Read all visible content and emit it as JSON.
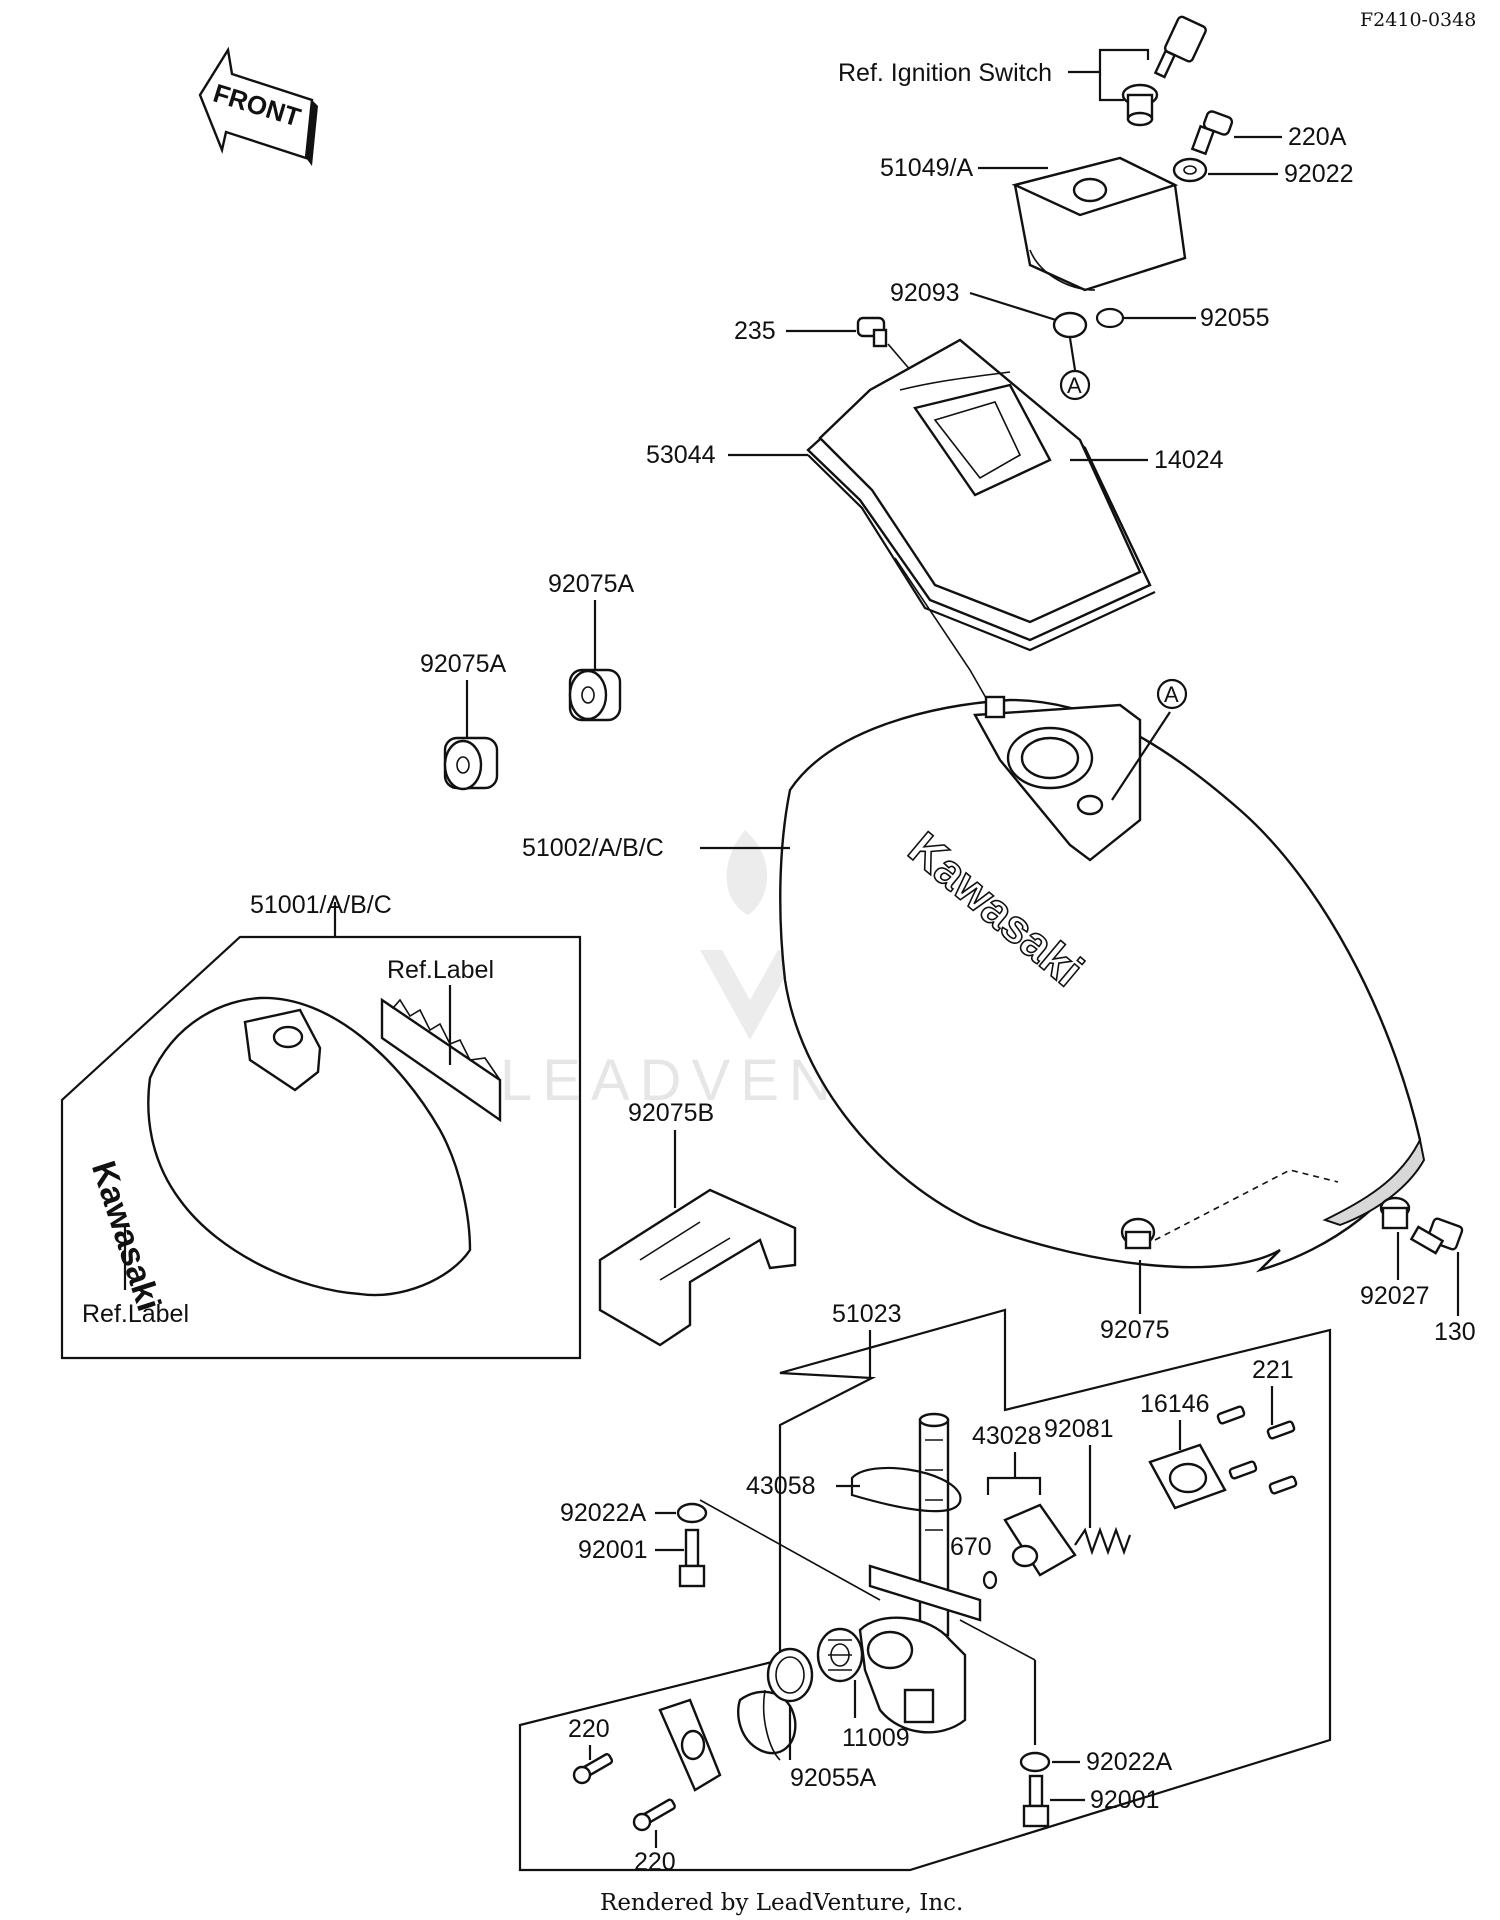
{
  "diagram_code": "F2410-0348",
  "front_label": "FRONT",
  "watermark": "LEADVENTURE",
  "footer": "Rendered by LeadVenture, Inc.",
  "tank_logo": "Kawasaki",
  "callouts": {
    "ignition": "Ref. Ignition Switch",
    "p220A": "220A",
    "p51049A": "51049/A",
    "p92022": "92022",
    "p92093": "92093",
    "p92055": "92055",
    "p235": "235",
    "marker_a": "A",
    "p53044": "53044",
    "p14024": "14024",
    "p92075A_1": "92075A",
    "p92075A_2": "92075A",
    "p51002": "51002/A/B/C",
    "p51001": "51001/A/B/C",
    "ref_label_1": "Ref.Label",
    "ref_label_2": "Ref.Label",
    "p92075B": "92075B",
    "p92075": "92075",
    "p92027": "92027",
    "p130": "130",
    "p51023": "51023",
    "p221": "221",
    "p16146": "16146",
    "p92081": "92081",
    "p43028": "43028",
    "p43058": "43058",
    "p92022A_1": "92022A",
    "p92001_1": "92001",
    "p670": "670",
    "p220_1": "220",
    "p11009": "11009",
    "p92055A": "92055A",
    "p92022A_2": "92022A",
    "p92001_2": "92001",
    "p220_2": "220"
  }
}
